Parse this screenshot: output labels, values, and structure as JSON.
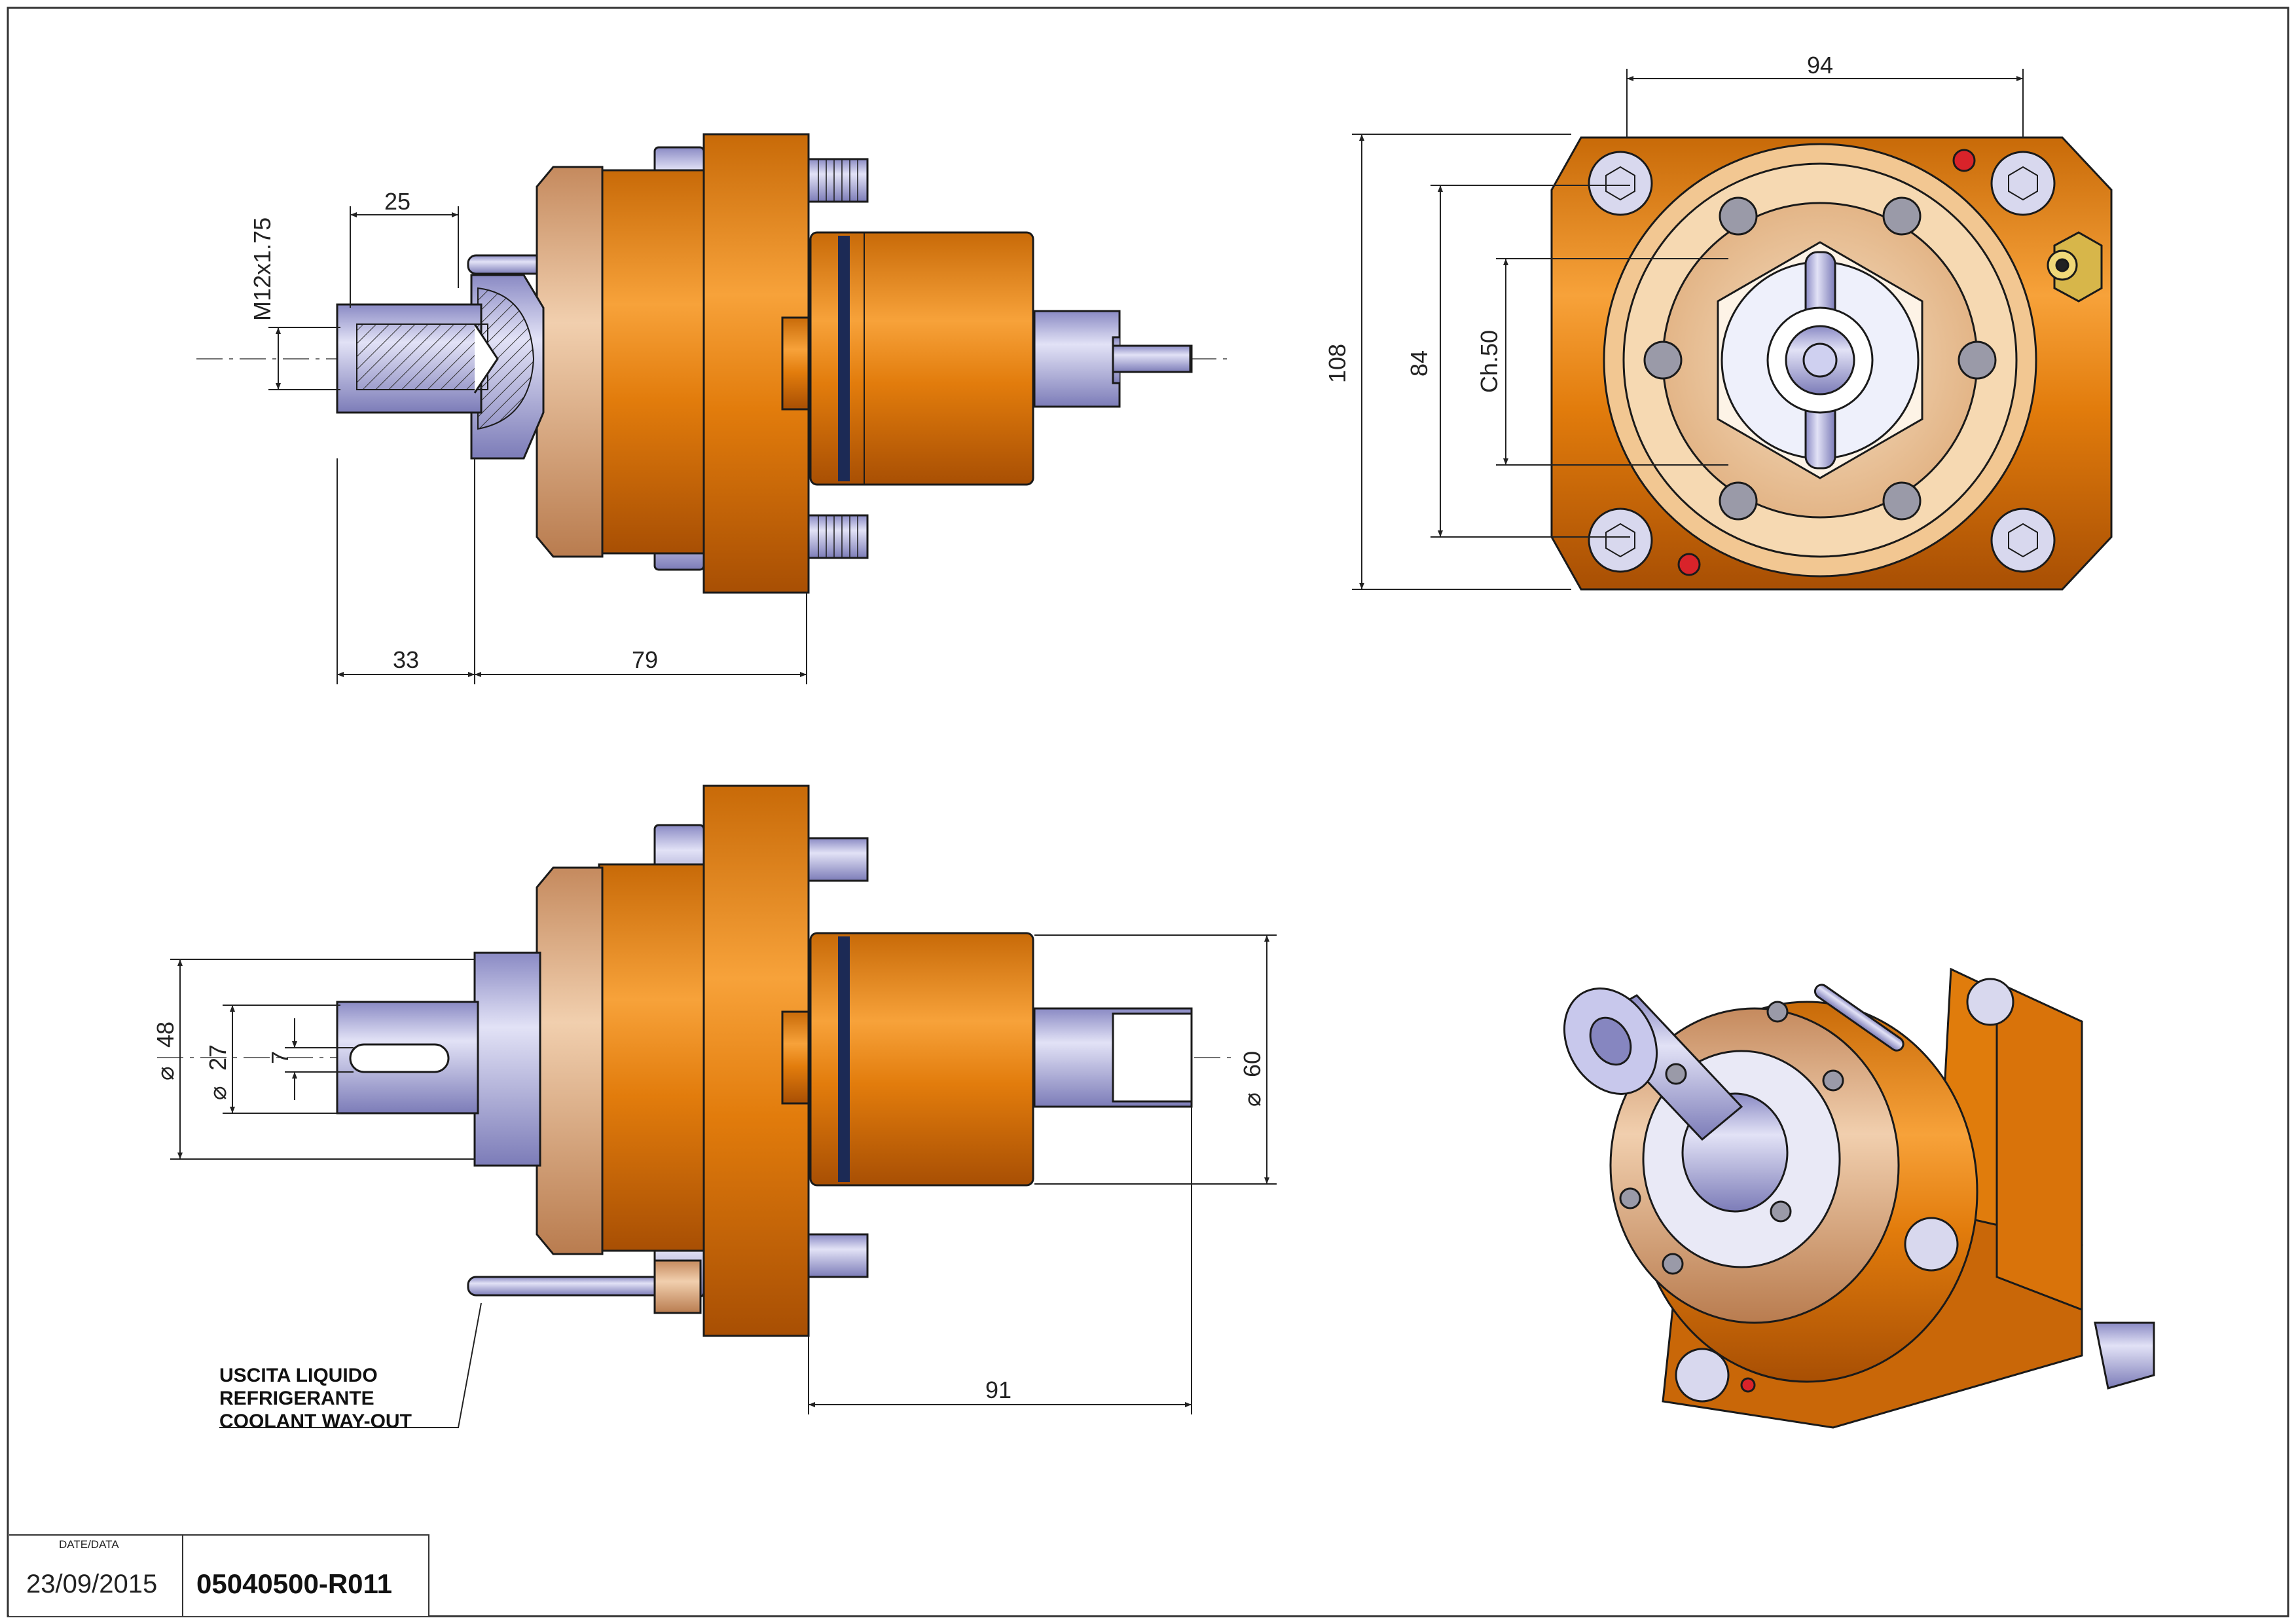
{
  "dimensions": {
    "d25": "25",
    "thread": "M12x1.75",
    "d33": "33",
    "d79": "79",
    "d94": "94",
    "d108": "108",
    "d84": "84",
    "ch50": "Ch.50",
    "dia48": "48",
    "dia27": "27",
    "d7": "7",
    "dia60": "60",
    "d91": "91"
  },
  "note": {
    "line1": "USCITA LIQUIDO",
    "line2": "REFRIGERANTE",
    "line3": "COOLANT WAY-OUT"
  },
  "title_block": {
    "date_label": "DATE/DATA",
    "date": "23/09/2015",
    "code": "05040500-R011"
  },
  "colors": {
    "orange": "#e8860f",
    "orange_dark": "#b85a05",
    "tan": "#e0b088",
    "steel": "#a8a8d8",
    "steel_light": "#d0d0ee",
    "line": "#1a1a1a",
    "red_fitting": "#d9232a",
    "brass": "#d7b64a"
  }
}
